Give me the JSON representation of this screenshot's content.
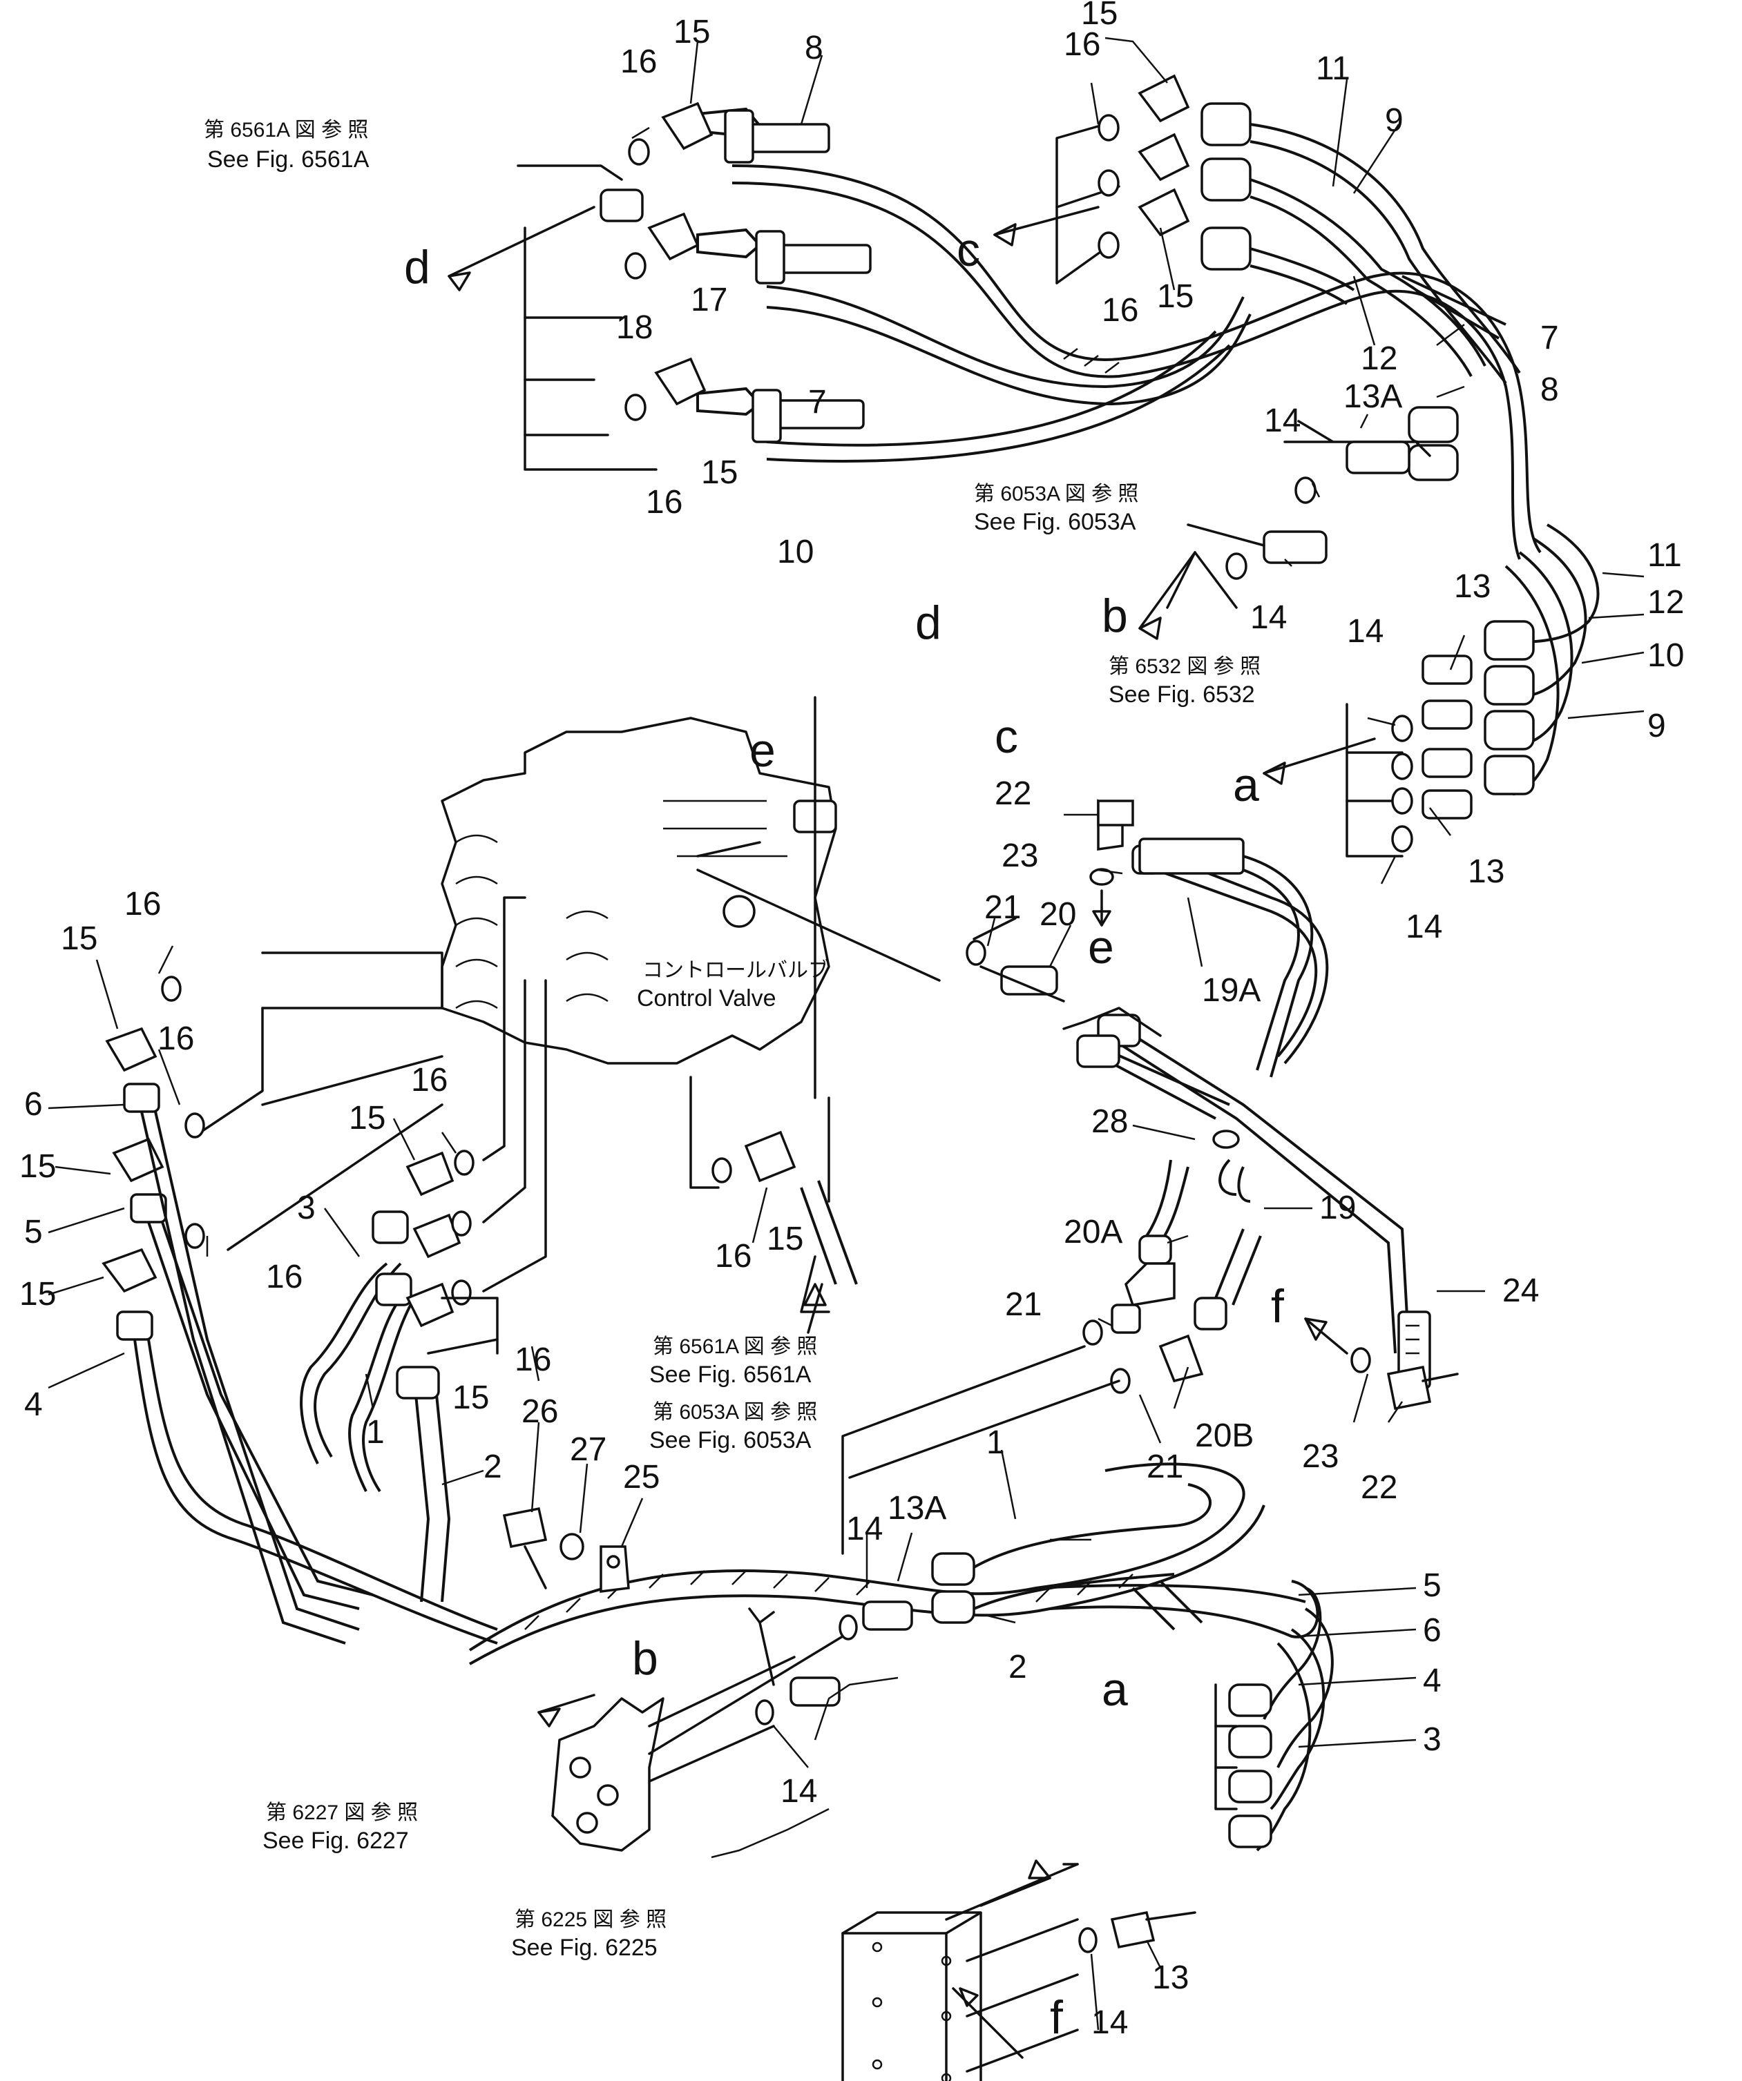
{
  "references": {
    "r1": {
      "jp": "第 6561A 図 参 照",
      "en": "See Fig. 6561A"
    },
    "r2": {
      "jp": "第 6053A 図 参 照",
      "en": "See Fig. 6053A"
    },
    "r3": {
      "jp": "第 6532 図 参 照",
      "en": "See Fig. 6532"
    },
    "r4": {
      "jp": "第 6561A 図 参 照",
      "en": "See Fig. 6561A"
    },
    "r5": {
      "jp": "第 6053A 図 参 照",
      "en": "See Fig. 6053A"
    },
    "r6": {
      "jp": "第 6227 図 参 照",
      "en": "See Fig. 6227"
    },
    "r7": {
      "jp": "第 6225 図 参 照",
      "en": "See Fig. 6225"
    }
  },
  "control_valve": {
    "jp": "コントロールバルブ",
    "en": "Control Valve"
  },
  "connections": {
    "a": "a",
    "b": "b",
    "c": "c",
    "d": "d",
    "e": "e",
    "f": "f"
  },
  "parts": {
    "p1": "1",
    "p2": "2",
    "p3": "3",
    "p4": "4",
    "p5": "5",
    "p6": "6",
    "p7": "7",
    "p8": "8",
    "p9": "9",
    "p10": "10",
    "p11": "11",
    "p12": "12",
    "p13": "13",
    "p13A": "13A",
    "p14": "14",
    "p15": "15",
    "p16": "16",
    "p17": "17",
    "p18": "18",
    "p19": "19",
    "p19A": "19A",
    "p20": "20",
    "p20A": "20A",
    "p20B": "20B",
    "p21": "21",
    "p22": "22",
    "p23": "23",
    "p24": "24",
    "p25": "25",
    "p26": "26",
    "p27": "27",
    "p28": "28"
  }
}
